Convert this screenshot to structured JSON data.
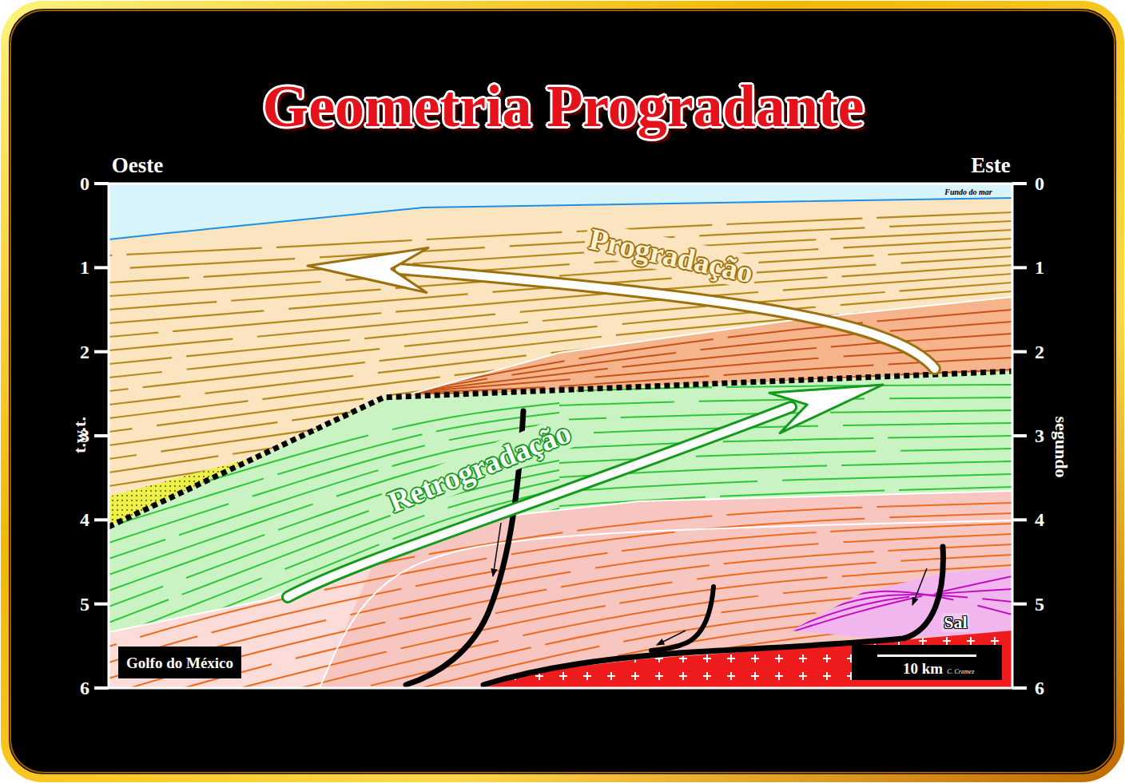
{
  "diagram": {
    "title": "Geometria Progradante",
    "nodes": [
      {
        "text": [
          "Golfo do México"
        ]
      },
      {
        "text": [
          "10 km",
          "C. Cramez"
        ]
      }
    ],
    "labels": [
      "Oeste",
      "Este",
      "0",
      "1",
      "2",
      "3",
      "4",
      "5",
      "6",
      "0",
      "1",
      "2",
      "3",
      "4",
      "5",
      "6",
      "t.w.t.",
      "segundo",
      "Fundo do mar",
      "Progradação",
      "Retrogradação",
      "Sal"
    ]
  }
}
